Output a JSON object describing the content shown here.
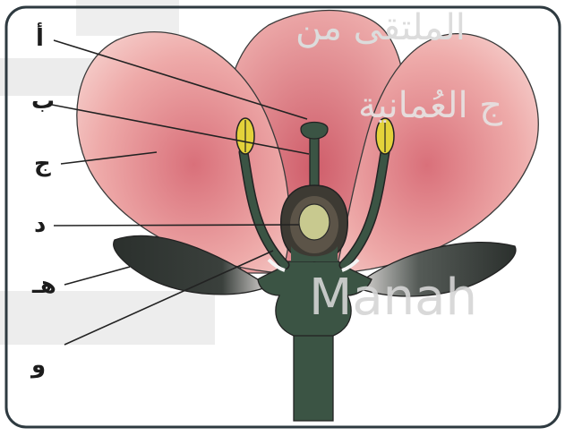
{
  "diagram": {
    "labels": {
      "a": "أ",
      "b": "ب",
      "j": "ج",
      "d": "د",
      "h": "هـ",
      "w": "و"
    },
    "watermark": {
      "line1": "الملتقى من",
      "line2": "ج العُمانية",
      "line3": "Manah"
    },
    "colors": {
      "frame": "#2e3a40",
      "petal": "#e99a9c",
      "petal_light": "#f6d0cd",
      "sepal": "#2d3430",
      "stem": "#3b5444",
      "anther": "#e3d23a",
      "ovule": "#c8c98f"
    }
  }
}
